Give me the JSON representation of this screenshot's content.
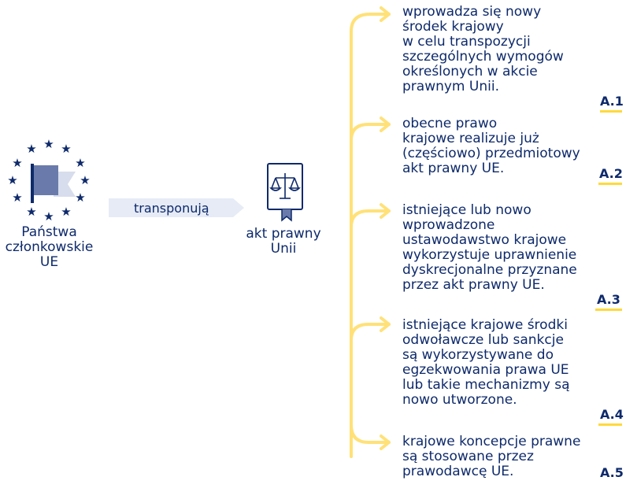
{
  "colors": {
    "navy": "#0e2a6b",
    "flag": "#6a7bab",
    "arrow_band": "#e6ebf6",
    "bracket": "#ffe178",
    "underline": "#ffd93b"
  },
  "source": {
    "icon": "eu-stars-flag-icon",
    "label": "Państwa\nczłonkowskie\nUE"
  },
  "connector": {
    "label": "transponują"
  },
  "target": {
    "icon": "scales-of-justice-book-icon",
    "label": "akt prawny\nUnii"
  },
  "items": [
    {
      "text": "wprowadza się nowy\nśrodek krajowy\nw celu transpozycji\nszczególnych wymogów\nokreślonych w akcie\nprawnym Unii.",
      "code": "A.1"
    },
    {
      "text": "obecne prawo\nkrajowe realizuje już\n(częściowo) przedmiotowy\nakt prawny UE.",
      "code": "A.2"
    },
    {
      "text": "istniejące lub nowo\nwprowadzone\nustawodawstwo krajowe\nwykorzystuje uprawnienie\ndyskrecjonalne przyznane\nprzez akt prawny UE.",
      "code": "A.3"
    },
    {
      "text": "istniejące krajowe środki\nodwoławcze lub sankcje\nsą wykorzystywane do\negzekwowania prawa UE\nlub takie mechanizmy są\nnowo utworzone.",
      "code": "A.4"
    },
    {
      "text": "krajowe koncepcje prawne\nsą stosowane przez\nprawodawcę UE.",
      "code": "A.5"
    }
  ]
}
